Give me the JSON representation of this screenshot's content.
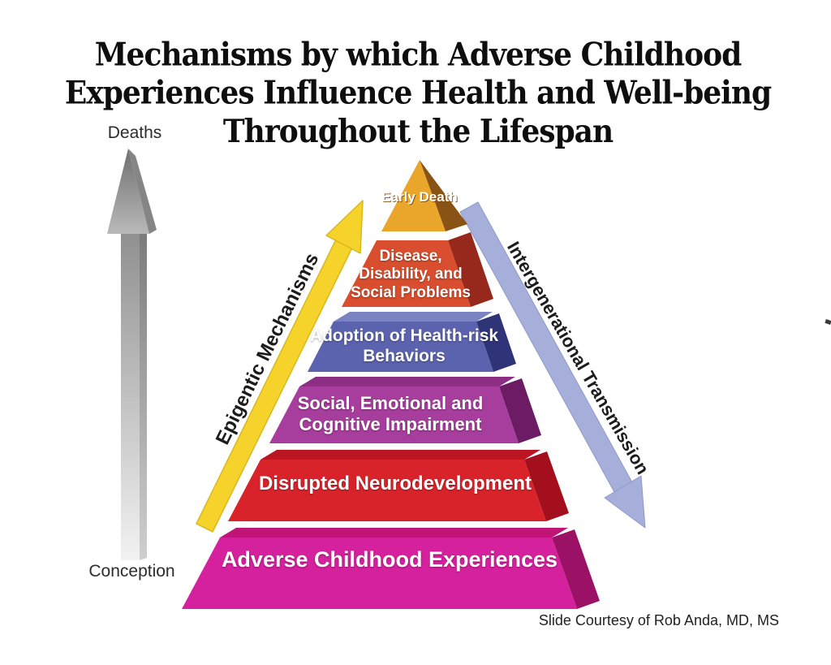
{
  "title": {
    "lines": [
      "Mechanisms by which Adverse Childhood",
      "Experiences Influence Health and Well-being",
      "Throughout the Lifespan"
    ]
  },
  "timeline": {
    "top_label": "Deaths",
    "bottom_label": "Conception"
  },
  "arrows": {
    "up_axis": {
      "name": "lifespan-axis-arrow",
      "color_top": "#6f6f6f",
      "color_bottom": "#f2f2f2"
    },
    "left": {
      "label": "Epigentic Mechanisms",
      "color": "#F5D32A",
      "edge": "#D8B822"
    },
    "right": {
      "label": "Intergenerational Transmission",
      "color": "#A5AFDA",
      "edge": "#8F9AC9"
    }
  },
  "pyramid": {
    "levels": [
      {
        "label": "Early Death",
        "front": "#E9A62A",
        "side": "#8A5316",
        "top": "#E9A62A"
      },
      {
        "label": "Disease, Disability, and Social Problems",
        "front": "#D84E2E",
        "side": "#96291C",
        "top": "#D84E2E"
      },
      {
        "label": "Adoption of Health-risk Behaviors",
        "front": "#5B63AE",
        "side": "#2F3478",
        "top": "#7B83C2"
      },
      {
        "label": "Social, Emotional and Cognitive Impairment",
        "front": "#A73E9D",
        "side": "#6B1C63",
        "top": "#8C2E84"
      },
      {
        "label": "Disrupted Neurodevelopment",
        "front": "#D9232B",
        "side": "#A30F1C",
        "top": "#BC1522"
      },
      {
        "label": "Adverse Childhood Experiences",
        "front": "#D5219D",
        "side": "#9A1166",
        "top": "#C01577"
      }
    ]
  },
  "credit": "Slide Courtesy of Rob Anda, MD, MS"
}
